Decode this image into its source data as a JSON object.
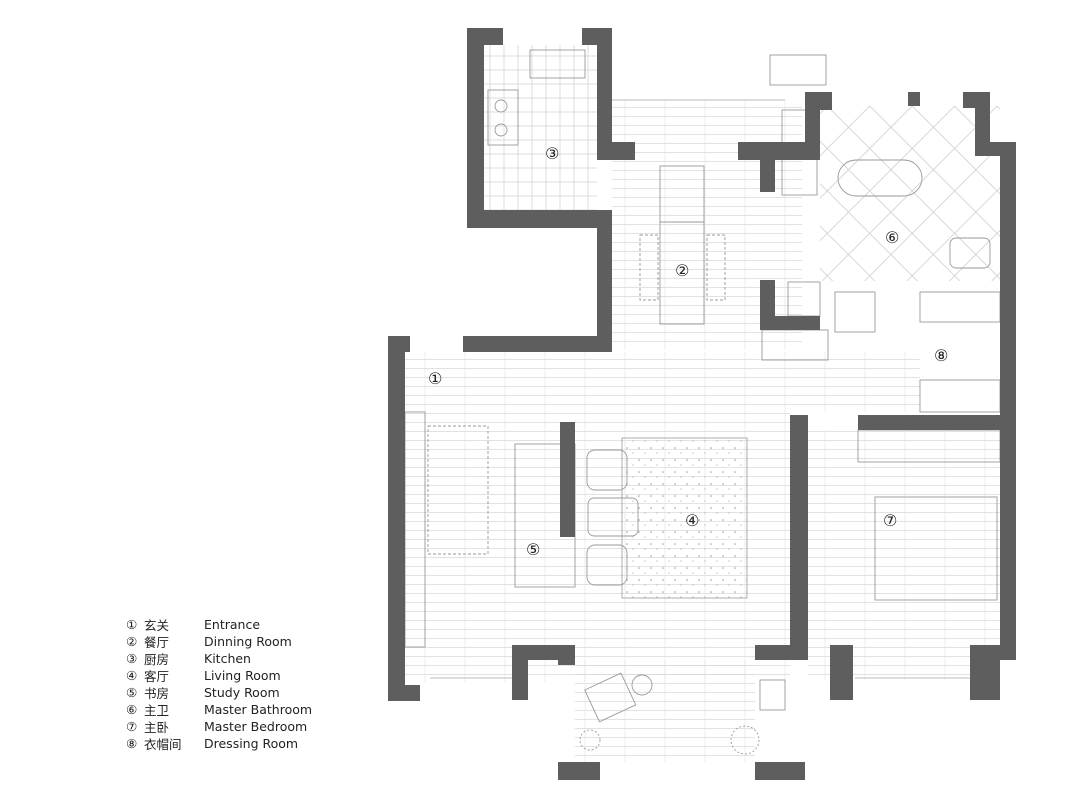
{
  "colors": {
    "wall": "#5e5e5e",
    "line": "#9a9a9a",
    "floor": "#d6d6d6"
  },
  "rooms": [
    {
      "num": "①",
      "cn": "玄关",
      "en": "Entrance"
    },
    {
      "num": "②",
      "cn": "餐厅",
      "en": "Dinning Room"
    },
    {
      "num": "③",
      "cn": "厨房",
      "en": "Kitchen"
    },
    {
      "num": "④",
      "cn": "客厅",
      "en": "Living Room"
    },
    {
      "num": "⑤",
      "cn": "书房",
      "en": "Study Room"
    },
    {
      "num": "⑥",
      "cn": "主卫",
      "en": "Master Bathroom"
    },
    {
      "num": "⑦",
      "cn": "主卧",
      "en": "Master Bedroom"
    },
    {
      "num": "⑧",
      "cn": "衣帽间",
      "en": "Dressing Room"
    }
  ]
}
